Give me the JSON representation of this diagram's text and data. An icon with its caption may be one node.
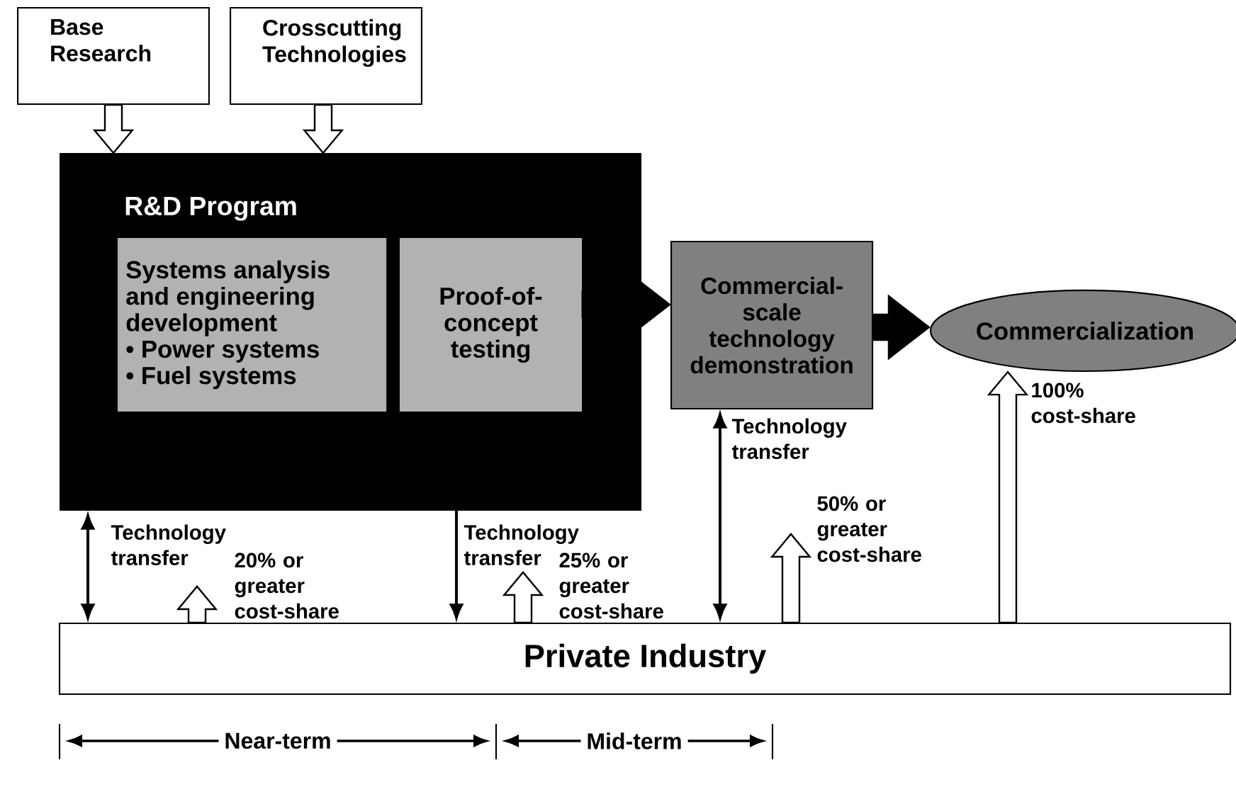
{
  "diagram": {
    "nodes": [
      {
        "text": [
          "Base Research"
        ]
      },
      {
        "text": [
          "Crosscutting Technologies"
        ]
      },
      {
        "text": [
          "R&D Program"
        ]
      },
      {
        "text": [
          "Systems analysis and engineering development",
          "• Power systems",
          "• Fuel systems"
        ],
        "in": 2
      },
      {
        "text": [
          "Proof-of-concept testing"
        ],
        "in": 2
      },
      {
        "text": [
          "Commercial-scale technology demonstration"
        ]
      },
      {
        "text": [
          "Commercialization"
        ]
      },
      {
        "text": [
          "Private Industry"
        ]
      }
    ],
    "edges": [
      {
        "from": 0,
        "to": 2,
        "arrow": "to"
      },
      {
        "from": 1,
        "to": 2,
        "arrow": "to"
      },
      {
        "from": 4,
        "to": 5,
        "arrow": "to",
        "style": "thick"
      },
      {
        "from": 5,
        "to": 6,
        "arrow": "to",
        "style": "thick"
      },
      {
        "from": 2,
        "to": 7,
        "arrow": "both",
        "label": "Technology transfer"
      },
      {
        "from": 2,
        "to": 7,
        "arrow": "to",
        "label": "Technology transfer"
      },
      {
        "from": 7,
        "to": 5,
        "arrow": "both",
        "label": "Technology transfer"
      },
      {
        "from": 7,
        "to": null,
        "arrow": "to",
        "label": "20% or greater cost-share"
      },
      {
        "from": 7,
        "to": null,
        "arrow": "to",
        "label": "25% or greater cost-share"
      },
      {
        "from": 7,
        "to": null,
        "arrow": "to",
        "label": "50% or greater cost-share"
      },
      {
        "from": 7,
        "to": 6,
        "arrow": "to",
        "label": "100% cost-share"
      }
    ],
    "labels": [
      "Near-term",
      "Mid-term"
    ]
  }
}
